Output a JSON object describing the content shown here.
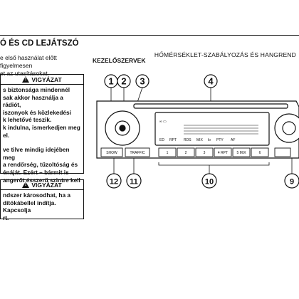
{
  "header": {
    "right_title": "HŐMÉRSÉKLET-SZABÁLYOZÁS ÉS HANGREND"
  },
  "left": {
    "section_title": "Ó ÉS CD LEJÁTSZÓ",
    "intro_lines": [
      "e első használat előtt figyelmesen",
      "et az utasításokat."
    ],
    "warning1": {
      "title": "VIGYÁZAT",
      "lines": [
        "s biztonsága mindennél",
        "sak akkor használja a rádiót,",
        "iszonyok és közlekedési",
        "k lehetővé teszik.",
        "k indulna, ismerkedjen meg",
        "el.",
        "",
        "ve tilve mindig idejében meg",
        "a rendőrség, tűzoltóság és",
        "énáját. Ezért – bármit is",
        "angerőt ésszerű szintre kell"
      ]
    },
    "warning2": {
      "title": "VIGYÁZAT",
      "lines": [
        "ndszer károsodhat, ha a",
        "dítókábellel indítja. Kapcsolja",
        "rt."
      ]
    }
  },
  "right": {
    "controls_title": "KEZELŐSZERVEK",
    "callouts": [
      "1",
      "2",
      "3",
      "4",
      "12",
      "11",
      "10",
      "9"
    ],
    "preset_buttons": [
      "1",
      "2",
      "3",
      "4 RPT",
      "5 MIX",
      "6"
    ],
    "display_labels": [
      "ED",
      "RPT",
      "RDS",
      "MIX",
      "lo",
      "PTY",
      "AF"
    ],
    "side_buttons": [
      "SHOW",
      "TRAFFIC"
    ]
  }
}
